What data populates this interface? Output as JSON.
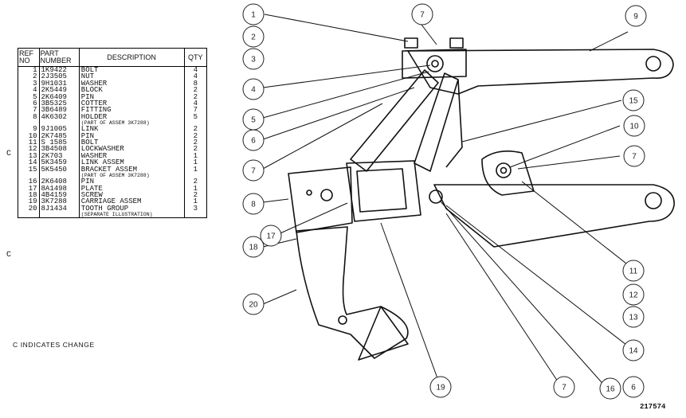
{
  "table": {
    "headers": {
      "ref": "REF NO",
      "part": "PART NUMBER",
      "desc": "DESCRIPTION",
      "qty": "QTY"
    },
    "rows": [
      {
        "ref": "1",
        "part": "1K9422",
        "desc": "BOLT",
        "qty": "4"
      },
      {
        "ref": "2",
        "part": "2J3505",
        "desc": "NUT",
        "qty": "4"
      },
      {
        "ref": "3",
        "part": "9H1031",
        "desc": "WASHER",
        "qty": "8"
      },
      {
        "ref": "4",
        "part": "2K5449",
        "desc": "BLOCK",
        "qty": "2"
      },
      {
        "ref": "5",
        "part": "2K6409",
        "desc": "PIN",
        "qty": "2"
      },
      {
        "ref": "6",
        "part": "3B5325",
        "desc": "COTTER",
        "qty": "4"
      },
      {
        "ref": "7",
        "part": "3B6489",
        "desc": "FITTING",
        "qty": "7"
      },
      {
        "ref": "8",
        "part": "4K6302",
        "desc": "HOLDER",
        "qty": "5"
      },
      {
        "ref": "",
        "part": "",
        "desc": "(PART OF ASSEM   3K7288)",
        "qty": "",
        "sub": true
      },
      {
        "ref": "9",
        "part": "9J1005",
        "desc": "LINK",
        "qty": "2"
      },
      {
        "ref": "10",
        "part": "2K7485",
        "desc": "PIN",
        "qty": "2"
      },
      {
        "ref": "11",
        "part": "S 1585",
        "desc": "BOLT",
        "qty": "2"
      },
      {
        "ref": "12",
        "part": "3B4508",
        "desc": "LOCKWASHER",
        "qty": "2"
      },
      {
        "ref": "13",
        "part": "2K703",
        "desc": "WASHER",
        "qty": "1"
      },
      {
        "ref": "14",
        "part": "5K3459",
        "desc": "LINK ASSEM",
        "qty": "1"
      },
      {
        "ref": "15",
        "part": "5K5450",
        "desc": "BRACKET ASSEM",
        "qty": "1"
      },
      {
        "ref": "",
        "part": "",
        "desc": "(PART OF ASSEM   3K7288)",
        "qty": "",
        "sub": true
      },
      {
        "ref": "16",
        "part": "2K6408",
        "desc": "PIN",
        "qty": "2"
      },
      {
        "ref": "17",
        "part": "8A1498",
        "desc": "PLATE",
        "qty": "1"
      },
      {
        "ref": "18",
        "part": "4B4159",
        "desc": "SCREW",
        "qty": "2"
      },
      {
        "ref": "19",
        "part": "3K7288",
        "desc": "CARRIAGE ASSEM",
        "qty": "1"
      },
      {
        "ref": "20",
        "part": "8J1434",
        "desc": "TOOTH GROUP",
        "qty": "3"
      },
      {
        "ref": "",
        "part": "",
        "desc": "(SEPARATE ILLUSTRATION)",
        "qty": "",
        "sub": true
      }
    ]
  },
  "change_marks": [
    "C",
    "C"
  ],
  "change_note": "C INDICATES CHANGE",
  "figure_number": "217574",
  "callouts": [
    "1",
    "2",
    "3",
    "4",
    "5",
    "6",
    "7",
    "8",
    "18",
    "17",
    "20",
    "7",
    "9",
    "15",
    "10",
    "7",
    "11",
    "12",
    "13",
    "14",
    "6",
    "16",
    "7",
    "19"
  ]
}
